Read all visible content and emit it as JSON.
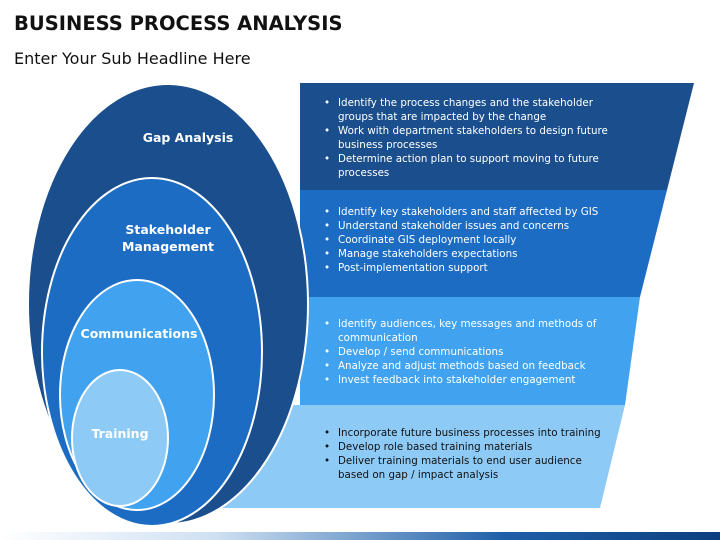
{
  "title": "BUSINESS PROCESS ANALYSIS",
  "subtitle": "Enter Your Sub Headline Here",
  "colors": {
    "level1": "#1a4e8c",
    "level2": "#1c6cc4",
    "level3": "#41a3ef",
    "level4": "#8ecaf6"
  },
  "stages": [
    {
      "label": "Gap Analysis",
      "bullets": [
        "Identify the process changes and the stakeholder groups that are impacted by the change",
        "Work with department stakeholders to design future business processes",
        "Determine action plan to support moving to future processes"
      ]
    },
    {
      "label": "Stakeholder Management",
      "bullets": [
        "Identify key stakeholders and staff affected by GIS",
        "Understand  stakeholder issues and concerns",
        "Coordinate GIS deployment locally",
        "Manage stakeholders expectations",
        "Post-implementation support"
      ]
    },
    {
      "label": "Communications",
      "bullets": [
        "Identify audiences, key messages and methods of communication",
        "Develop / send communications",
        "Analyze and adjust methods based on feedback",
        "Invest feedback into stakeholder engagement"
      ]
    },
    {
      "label": "Training",
      "bullets": [
        "Incorporate future business processes into training",
        "Develop role based training materials",
        "Deliver training materials to end user audience based on gap / impact analysis"
      ]
    }
  ]
}
